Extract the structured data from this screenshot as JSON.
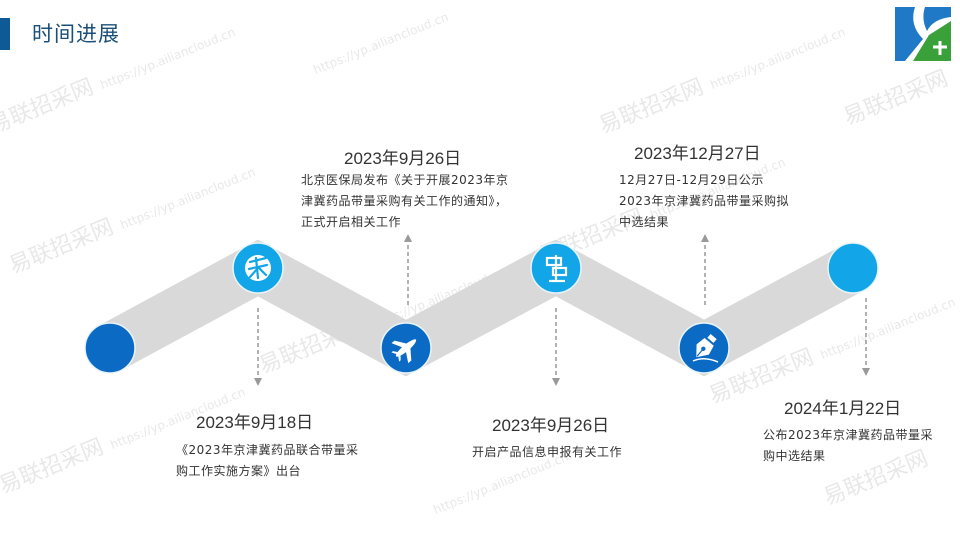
{
  "header": {
    "title": "时间进展"
  },
  "colors": {
    "dark_blue": "#0b6bc4",
    "light_blue": "#12a6e8",
    "band": "#d9d9d9",
    "title_bar": "#0d5a96"
  },
  "watermark": {
    "brand": "易联招采网",
    "url": "https://yp.ailiancloud.cn"
  },
  "timeline": [
    {
      "position": "bottom",
      "date": "2023年9月18日",
      "desc": "《2023年京津冀药品联合带量采购工作实施方案》出台",
      "icon": "none"
    },
    {
      "position": "top",
      "date": "2023年9月26日",
      "desc": "北京医保局发布《关于开展2023年京津冀药品带量采购有关工作的通知》，正式开启相关工作",
      "icon": "pill-bug-icon"
    },
    {
      "position": "bottom",
      "date": "2023年9月26日",
      "desc": "开启产品信息申报有关工作",
      "icon": "airplane-icon"
    },
    {
      "position": "top",
      "date": "2023年12月27日",
      "desc": "12月27日-12月29日公示2023年京津冀药品带量采购拟中选结果",
      "icon": "signpost-icon"
    },
    {
      "position": "bottom",
      "date": "2024年1月22日",
      "desc": "公布2023年京津冀药品带量采购中选结果",
      "icon": "pen-nib-icon"
    }
  ]
}
